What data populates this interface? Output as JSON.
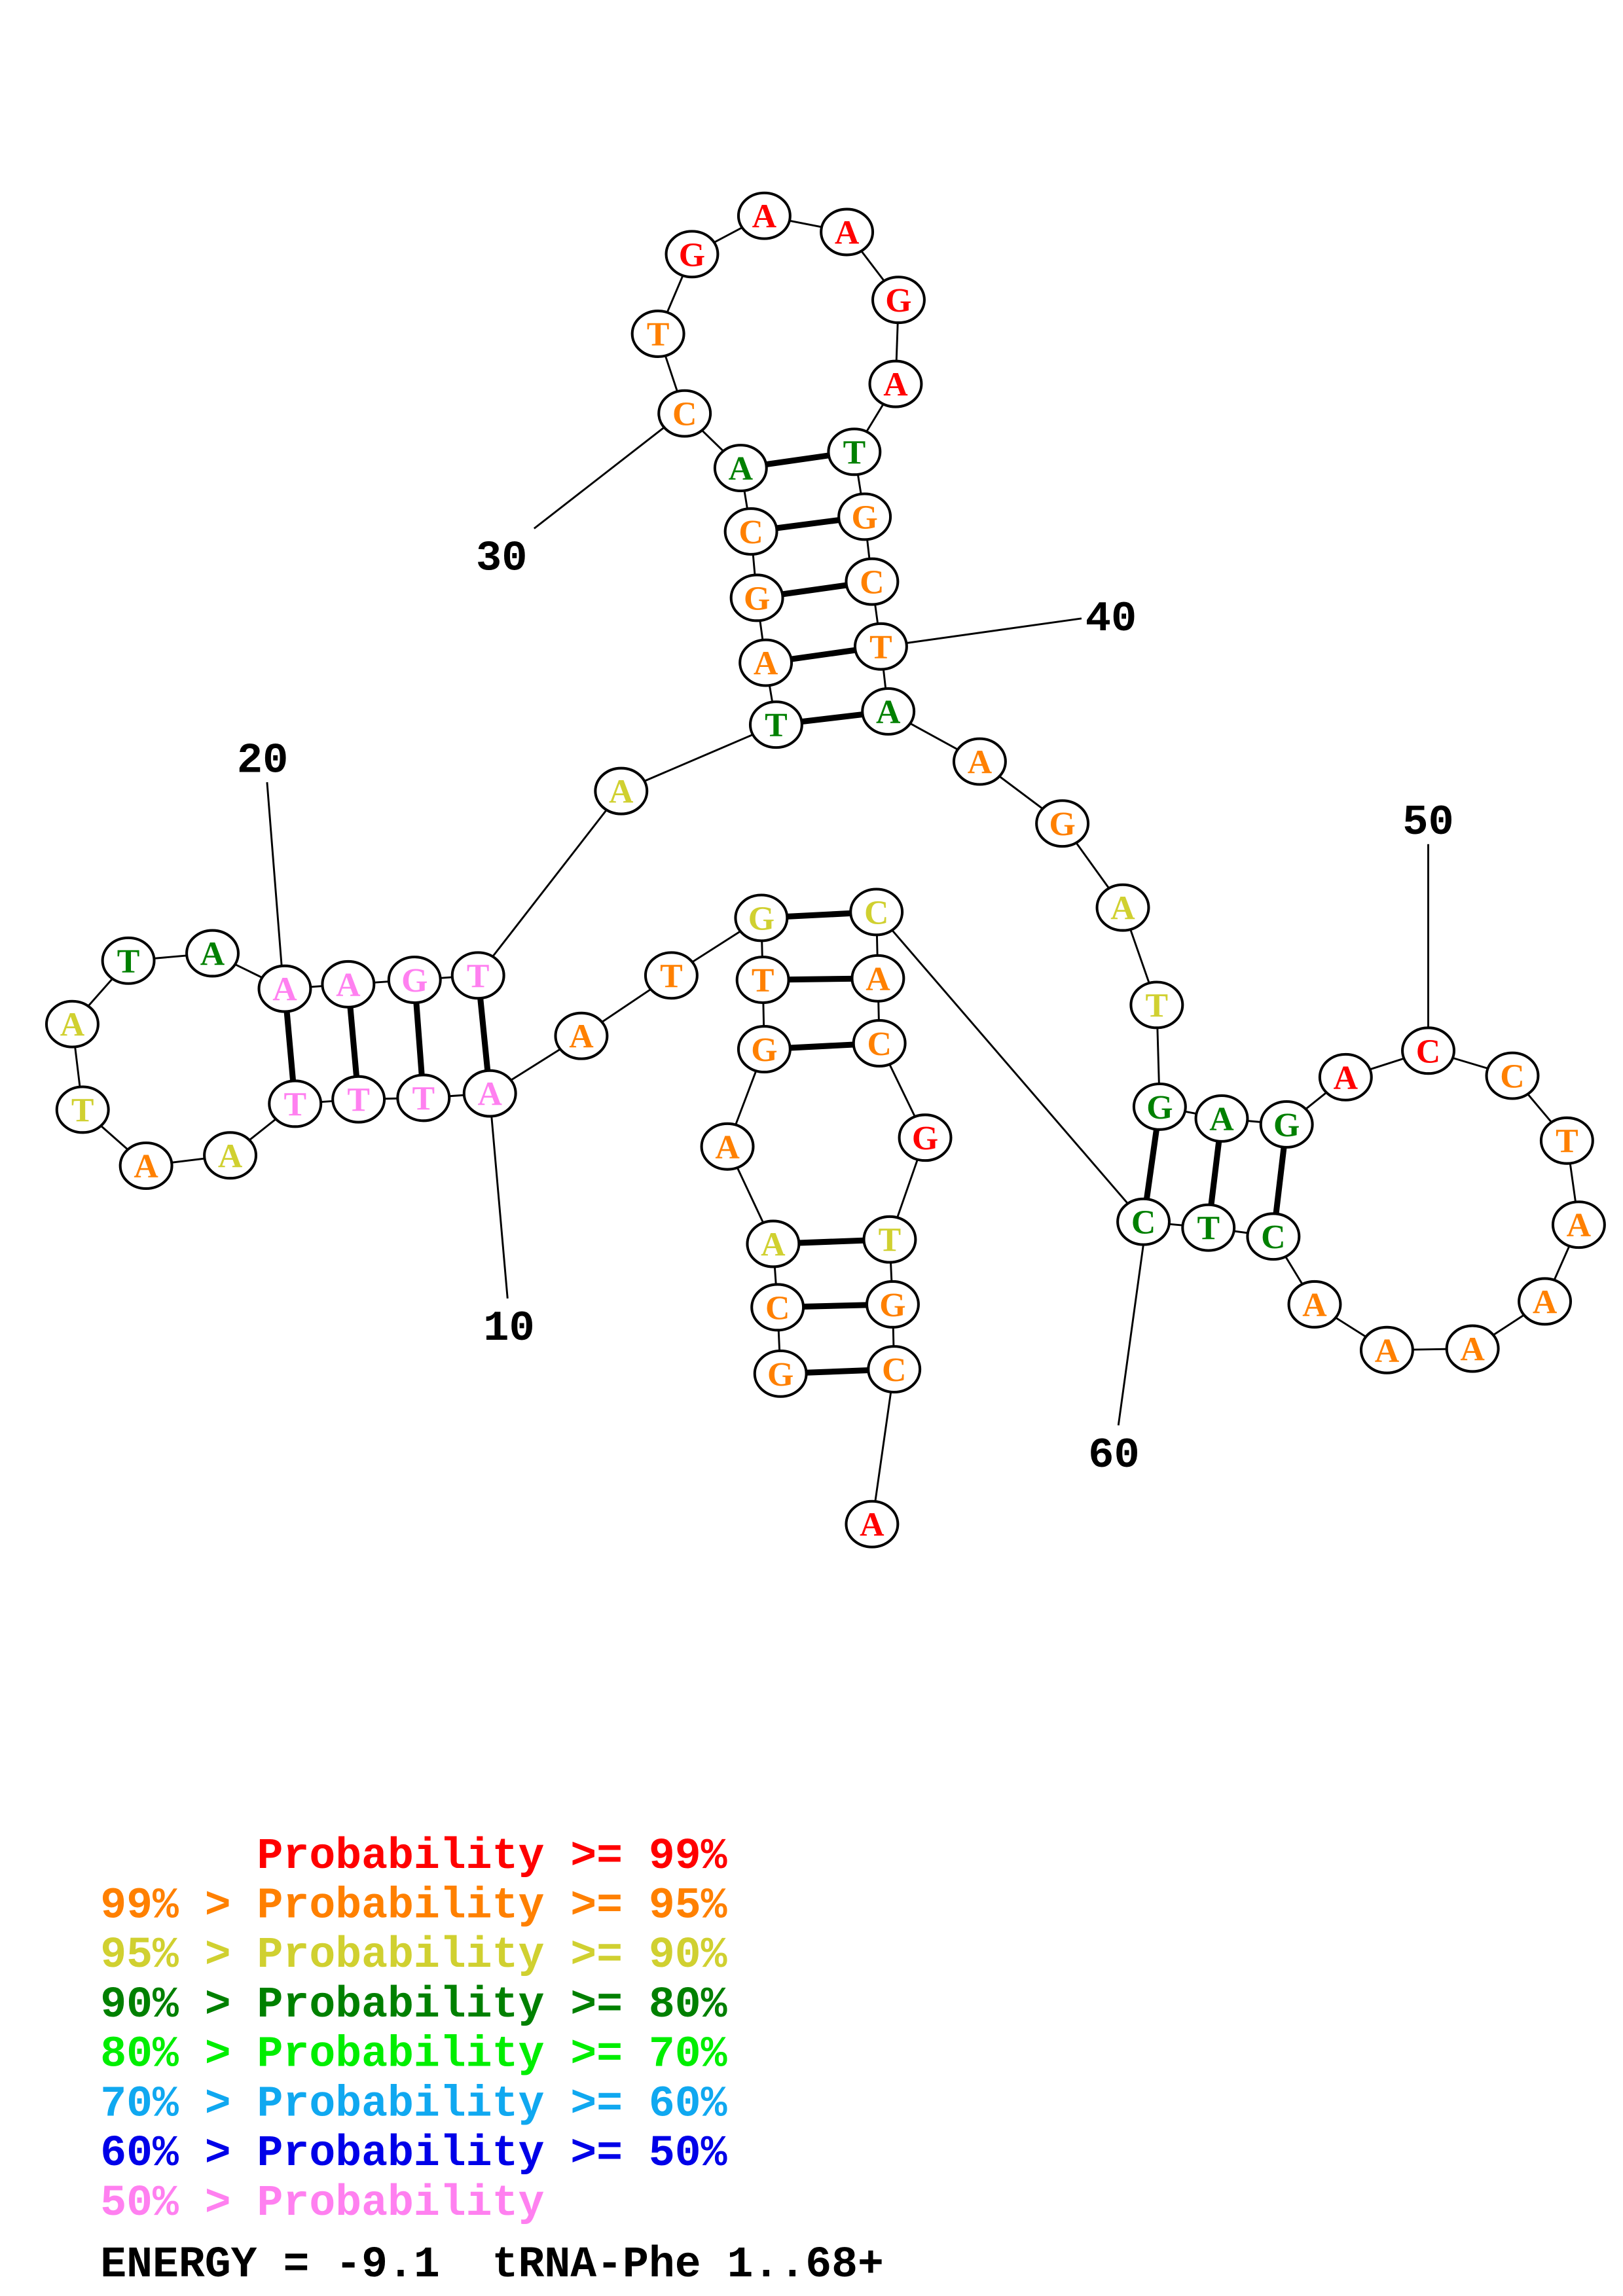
{
  "colors": {
    "p99": "#ff0000",
    "p95": "#ff8000",
    "p90": "#d0d030",
    "p80": "#008000",
    "p70": "#00ee00",
    "p60": "#10a8f0",
    "p50": "#0000e8",
    "plow": "#ff80f0"
  },
  "sequence": [
    {
      "base": "G",
      "prob": "p95"
    },
    {
      "base": "C",
      "prob": "p95"
    },
    {
      "base": "A",
      "prob": "p90"
    },
    {
      "base": "A",
      "prob": "p95"
    },
    {
      "base": "G",
      "prob": "p95"
    },
    {
      "base": "T",
      "prob": "p95"
    },
    {
      "base": "G",
      "prob": "p90"
    },
    {
      "base": "T",
      "prob": "p95"
    },
    {
      "base": "A",
      "prob": "p95"
    },
    {
      "base": "A",
      "prob": "plow"
    },
    {
      "base": "T",
      "prob": "plow"
    },
    {
      "base": "T",
      "prob": "plow"
    },
    {
      "base": "T",
      "prob": "plow"
    },
    {
      "base": "A",
      "prob": "p90"
    },
    {
      "base": "A",
      "prob": "p95"
    },
    {
      "base": "T",
      "prob": "p90"
    },
    {
      "base": "A",
      "prob": "p90"
    },
    {
      "base": "T",
      "prob": "p80"
    },
    {
      "base": "A",
      "prob": "p80"
    },
    {
      "base": "A",
      "prob": "plow"
    },
    {
      "base": "A",
      "prob": "plow"
    },
    {
      "base": "G",
      "prob": "plow"
    },
    {
      "base": "T",
      "prob": "plow"
    },
    {
      "base": "A",
      "prob": "p90"
    },
    {
      "base": "T",
      "prob": "p80"
    },
    {
      "base": "A",
      "prob": "p95"
    },
    {
      "base": "G",
      "prob": "p95"
    },
    {
      "base": "C",
      "prob": "p95"
    },
    {
      "base": "A",
      "prob": "p80"
    },
    {
      "base": "C",
      "prob": "p95"
    },
    {
      "base": "T",
      "prob": "p95"
    },
    {
      "base": "G",
      "prob": "p99"
    },
    {
      "base": "A",
      "prob": "p99"
    },
    {
      "base": "A",
      "prob": "p99"
    },
    {
      "base": "G",
      "prob": "p99"
    },
    {
      "base": "A",
      "prob": "p99"
    },
    {
      "base": "T",
      "prob": "p80"
    },
    {
      "base": "G",
      "prob": "p95"
    },
    {
      "base": "C",
      "prob": "p95"
    },
    {
      "base": "T",
      "prob": "p95"
    },
    {
      "base": "A",
      "prob": "p80"
    },
    {
      "base": "A",
      "prob": "p95"
    },
    {
      "base": "G",
      "prob": "p95"
    },
    {
      "base": "A",
      "prob": "p90"
    },
    {
      "base": "T",
      "prob": "p90"
    },
    {
      "base": "G",
      "prob": "p80"
    },
    {
      "base": "A",
      "prob": "p80"
    },
    {
      "base": "G",
      "prob": "p80"
    },
    {
      "base": "A",
      "prob": "p99"
    },
    {
      "base": "C",
      "prob": "p99"
    },
    {
      "base": "C",
      "prob": "p95"
    },
    {
      "base": "T",
      "prob": "p95"
    },
    {
      "base": "A",
      "prob": "p95"
    },
    {
      "base": "A",
      "prob": "p95"
    },
    {
      "base": "A",
      "prob": "p95"
    },
    {
      "base": "A",
      "prob": "p95"
    },
    {
      "base": "A",
      "prob": "p95"
    },
    {
      "base": "C",
      "prob": "p80"
    },
    {
      "base": "T",
      "prob": "p80"
    },
    {
      "base": "C",
      "prob": "p80"
    },
    {
      "base": "C",
      "prob": "p90"
    },
    {
      "base": "A",
      "prob": "p95"
    },
    {
      "base": "C",
      "prob": "p95"
    },
    {
      "base": "G",
      "prob": "p99"
    },
    {
      "base": "T",
      "prob": "p90"
    },
    {
      "base": "G",
      "prob": "p95"
    },
    {
      "base": "C",
      "prob": "p95"
    },
    {
      "base": "A",
      "prob": "p99"
    }
  ],
  "pairs": [
    [
      1,
      67
    ],
    [
      2,
      66
    ],
    [
      3,
      65
    ],
    [
      5,
      63
    ],
    [
      6,
      62
    ],
    [
      7,
      61
    ],
    [
      10,
      23
    ],
    [
      11,
      22
    ],
    [
      12,
      21
    ],
    [
      13,
      20
    ],
    [
      25,
      41
    ],
    [
      26,
      40
    ],
    [
      27,
      39
    ],
    [
      28,
      38
    ],
    [
      29,
      37
    ],
    [
      46,
      60
    ],
    [
      47,
      59
    ],
    [
      48,
      58
    ]
  ],
  "position_labels": [
    {
      "pos": 10,
      "text": "10"
    },
    {
      "pos": 20,
      "text": "20"
    },
    {
      "pos": 30,
      "text": "30"
    },
    {
      "pos": 40,
      "text": "40"
    },
    {
      "pos": 50,
      "text": "50"
    },
    {
      "pos": 60,
      "text": "60"
    }
  ],
  "legend": [
    {
      "text": "      Probability >= 99%",
      "prob": "p99"
    },
    {
      "text": "99% > Probability >= 95%",
      "prob": "p95"
    },
    {
      "text": "95% > Probability >= 90%",
      "prob": "p90"
    },
    {
      "text": "90% > Probability >= 80%",
      "prob": "p80"
    },
    {
      "text": "80% > Probability >= 70%",
      "prob": "p70"
    },
    {
      "text": "70% > Probability >= 60%",
      "prob": "p60"
    },
    {
      "text": "60% > Probability >= 50%",
      "prob": "p50"
    },
    {
      "text": "50% > Probability",
      "prob": "plow"
    }
  ],
  "footer": "ENERGY = -9.1  tRNA-Phe 1..68+"
}
